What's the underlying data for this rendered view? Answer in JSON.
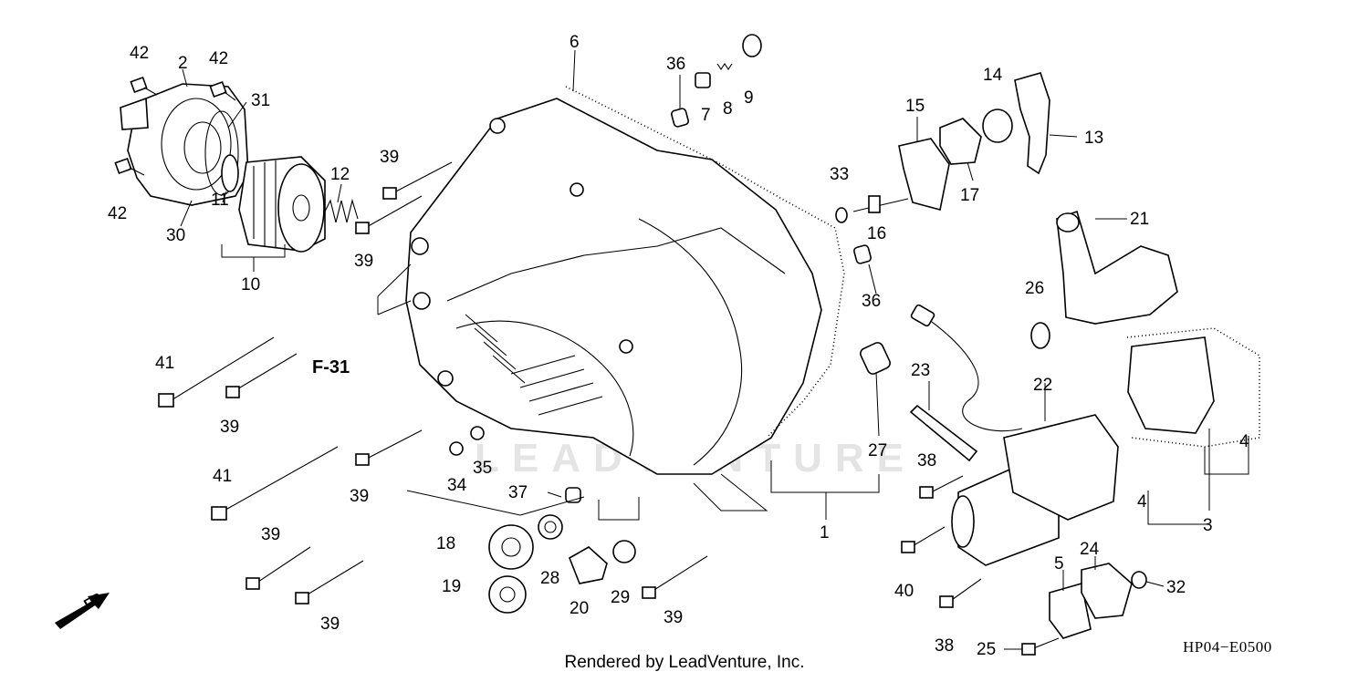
{
  "diagram": {
    "code": "HP04−E0500",
    "credit": "Rendered by LeadVenture, Inc.",
    "reference": "F-31",
    "direction": "FR.",
    "watermark": "LEADVENTURE"
  },
  "callouts": [
    {
      "id": "c42a",
      "text": "42"
    },
    {
      "id": "c2",
      "text": "2"
    },
    {
      "id": "c42b",
      "text": "42"
    },
    {
      "id": "c31",
      "text": "31"
    },
    {
      "id": "c42c",
      "text": "42"
    },
    {
      "id": "c30",
      "text": "30"
    },
    {
      "id": "c11",
      "text": "11"
    },
    {
      "id": "c10",
      "text": "10"
    },
    {
      "id": "c12",
      "text": "12"
    },
    {
      "id": "c39a",
      "text": "39"
    },
    {
      "id": "c39b",
      "text": "39"
    },
    {
      "id": "c6",
      "text": "6"
    },
    {
      "id": "c36a",
      "text": "36"
    },
    {
      "id": "c7",
      "text": "7"
    },
    {
      "id": "c8",
      "text": "8"
    },
    {
      "id": "c9",
      "text": "9"
    },
    {
      "id": "c15",
      "text": "15"
    },
    {
      "id": "c14",
      "text": "14"
    },
    {
      "id": "c13",
      "text": "13"
    },
    {
      "id": "c33",
      "text": "33"
    },
    {
      "id": "c16",
      "text": "16"
    },
    {
      "id": "c17",
      "text": "17"
    },
    {
      "id": "c21",
      "text": "21"
    },
    {
      "id": "c36b",
      "text": "36"
    },
    {
      "id": "c26",
      "text": "26"
    },
    {
      "id": "c41a",
      "text": "41"
    },
    {
      "id": "c39c",
      "text": "39"
    },
    {
      "id": "c23",
      "text": "23"
    },
    {
      "id": "c22",
      "text": "22"
    },
    {
      "id": "c27",
      "text": "27"
    },
    {
      "id": "c4a",
      "text": "4"
    },
    {
      "id": "c38a",
      "text": "38"
    },
    {
      "id": "c41b",
      "text": "41"
    },
    {
      "id": "c39d",
      "text": "39"
    },
    {
      "id": "c34",
      "text": "34"
    },
    {
      "id": "c35",
      "text": "35"
    },
    {
      "id": "c37",
      "text": "37"
    },
    {
      "id": "c4b",
      "text": "4"
    },
    {
      "id": "c3",
      "text": "3"
    },
    {
      "id": "c1",
      "text": "1"
    },
    {
      "id": "c39e",
      "text": "39"
    },
    {
      "id": "c18",
      "text": "18"
    },
    {
      "id": "c28",
      "text": "28"
    },
    {
      "id": "c40",
      "text": "40"
    },
    {
      "id": "c5",
      "text": "5"
    },
    {
      "id": "c24",
      "text": "24"
    },
    {
      "id": "c19",
      "text": "19"
    },
    {
      "id": "c20",
      "text": "20"
    },
    {
      "id": "c29",
      "text": "29"
    },
    {
      "id": "c39f",
      "text": "39"
    },
    {
      "id": "c32",
      "text": "32"
    },
    {
      "id": "c39g",
      "text": "39"
    },
    {
      "id": "c38b",
      "text": "38"
    },
    {
      "id": "c25",
      "text": "25"
    }
  ]
}
